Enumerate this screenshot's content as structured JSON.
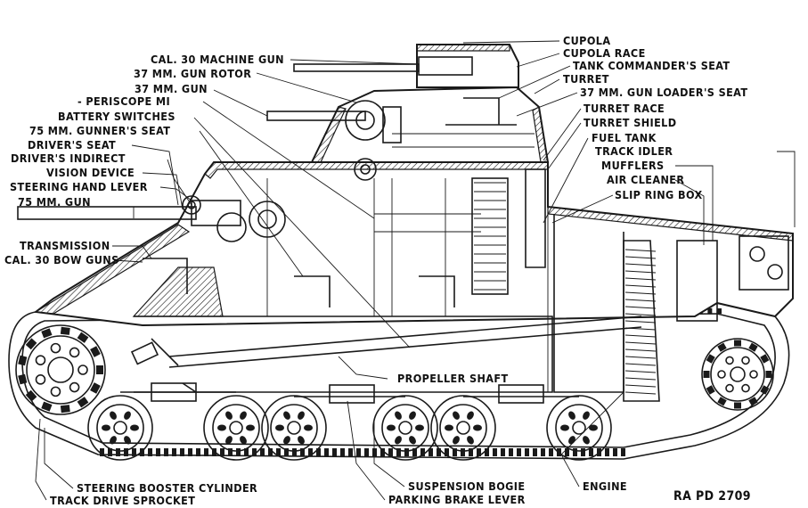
{
  "labels": {
    "cal30_machine_gun": "CAL. 30 MACHINE GUN",
    "gun_rotor_37mm": "37 MM. GUN ROTOR",
    "gun_37mm": "37 MM. GUN",
    "periscope": "- PERISCOPE MI",
    "battery_switches": "BATTERY SWITCHES",
    "gunners_seat_75mm": "75 MM. GUNNER'S SEAT",
    "drivers_seat": "DRIVER'S SEAT",
    "drivers_indirect": "DRIVER'S INDIRECT",
    "vision_device": "VISION DEVICE",
    "steering_hand_lever": "STEERING HAND LEVER",
    "gun_75mm": "75 MM. GUN",
    "transmission": "TRANSMISSION",
    "cal30_bow_guns": "CAL. 30 BOW GUNS",
    "cupola": "CUPOLA",
    "cupola_race": "CUPOLA RACE",
    "tank_commanders_seat": "TANK COMMANDER'S SEAT",
    "turret": "TURRET",
    "gun_loaders_seat_37mm": "37 MM. GUN LOADER'S SEAT",
    "turret_race": "TURRET RACE",
    "turret_shield": "TURRET SHIELD",
    "fuel_tank": "FUEL TANK",
    "track_idler": "TRACK IDLER",
    "mufflers": "MUFFLERS",
    "air_cleaner": "AIR CLEANER",
    "slip_ring_box": "SLIP RING BOX",
    "propeller_shaft": "PROPELLER SHAFT",
    "steering_booster_cylinder": "STEERING BOOSTER CYLINDER",
    "track_drive_sprocket": "TRACK DRIVE SPROCKET",
    "suspension_bogie": "SUSPENSION BOGIE",
    "parking_brake_lever": "PARKING BRAKE LEVER",
    "engine": "ENGINE",
    "plate_ref": "RA PD 2709"
  }
}
